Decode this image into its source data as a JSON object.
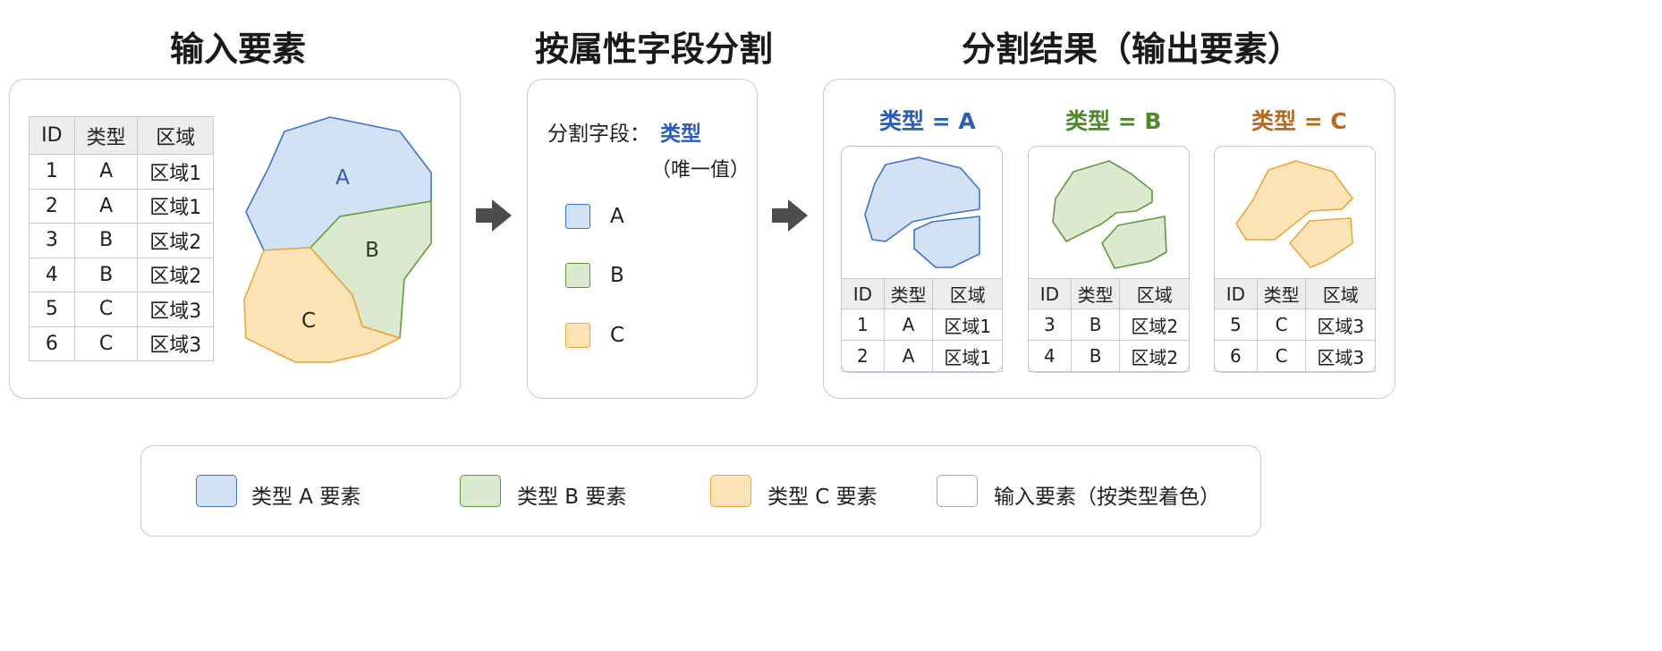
{
  "titles": {
    "input": "输入要素",
    "split": "按属性字段分割",
    "result": "分割结果（输出要素）"
  },
  "colors": {
    "a_fill": "#d3e1f5",
    "a_stroke": "#3e74c8",
    "a_text": "#2a5db8",
    "b_fill": "#dbe9cf",
    "b_stroke": "#5f9a3c",
    "b_text": "#4d8a2c",
    "c_fill": "#fde4b6",
    "c_stroke": "#eea43a",
    "c_text": "#b86a1e",
    "border": "#c9c9c9",
    "header_bg": "#ededed",
    "arrow": "#4d4d4d"
  },
  "input_table": {
    "headers": [
      "ID",
      "类型",
      "区域"
    ],
    "rows": [
      [
        "1",
        "A",
        "区域1"
      ],
      [
        "2",
        "A",
        "区域1"
      ],
      [
        "3",
        "B",
        "区域2"
      ],
      [
        "4",
        "B",
        "区域2"
      ],
      [
        "5",
        "C",
        "区域3"
      ],
      [
        "6",
        "C",
        "区域3"
      ]
    ]
  },
  "map_labels": {
    "a": "A",
    "b": "B",
    "c": "C"
  },
  "split_panel": {
    "field_label": "分割字段：",
    "field_value": "类型",
    "unique_note": "（唯一值）",
    "values": [
      "A",
      "B",
      "C"
    ]
  },
  "results": [
    {
      "title": "类型 = A",
      "headers": [
        "ID",
        "类型",
        "区域"
      ],
      "rows": [
        [
          "1",
          "A",
          "区域1"
        ],
        [
          "2",
          "A",
          "区域1"
        ]
      ]
    },
    {
      "title": "类型 = B",
      "headers": [
        "ID",
        "类型",
        "区域"
      ],
      "rows": [
        [
          "3",
          "B",
          "区域2"
        ],
        [
          "4",
          "B",
          "区域2"
        ]
      ]
    },
    {
      "title": "类型 = C",
      "headers": [
        "ID",
        "类型",
        "区域"
      ],
      "rows": [
        [
          "5",
          "C",
          "区域3"
        ],
        [
          "6",
          "C",
          "区域3"
        ]
      ]
    }
  ],
  "legend": {
    "items": [
      {
        "label": "类型 A 要素",
        "icon": "type-a-swatch"
      },
      {
        "label": "类型 B 要素",
        "icon": "type-b-swatch"
      },
      {
        "label": "类型 C 要素",
        "icon": "type-c-swatch"
      },
      {
        "label": "输入要素（按类型着色）",
        "icon": "input-feature-swatch"
      }
    ]
  }
}
